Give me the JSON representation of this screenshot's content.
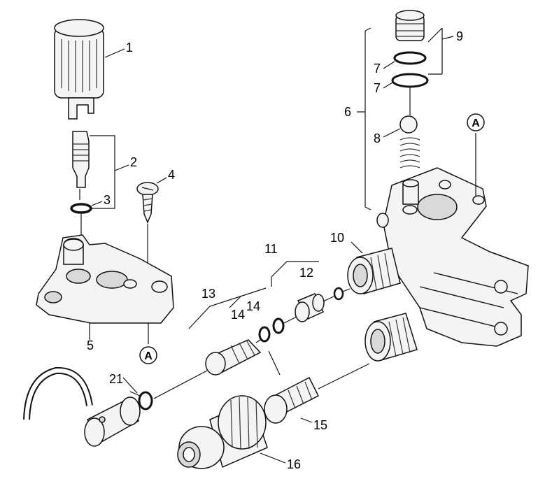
{
  "callouts": [
    {
      "id": "c1",
      "text": "1"
    },
    {
      "id": "c2",
      "text": "2"
    },
    {
      "id": "c3",
      "text": "3"
    },
    {
      "id": "c4",
      "text": "4"
    },
    {
      "id": "c5",
      "text": "5"
    },
    {
      "id": "c6",
      "text": "6"
    },
    {
      "id": "c7a",
      "text": "7"
    },
    {
      "id": "c7b",
      "text": "7"
    },
    {
      "id": "c8",
      "text": "8"
    },
    {
      "id": "c9",
      "text": "9"
    },
    {
      "id": "c10",
      "text": "10"
    },
    {
      "id": "c11",
      "text": "11"
    },
    {
      "id": "c12",
      "text": "12"
    },
    {
      "id": "c13",
      "text": "13"
    },
    {
      "id": "c14a",
      "text": "14"
    },
    {
      "id": "c14b",
      "text": "14"
    },
    {
      "id": "c15",
      "text": "15"
    },
    {
      "id": "c16",
      "text": "16"
    },
    {
      "id": "c21",
      "text": "21"
    }
  ],
  "ref_marks": [
    {
      "id": "ra",
      "text": "A"
    },
    {
      "id": "rb",
      "text": "A"
    }
  ]
}
